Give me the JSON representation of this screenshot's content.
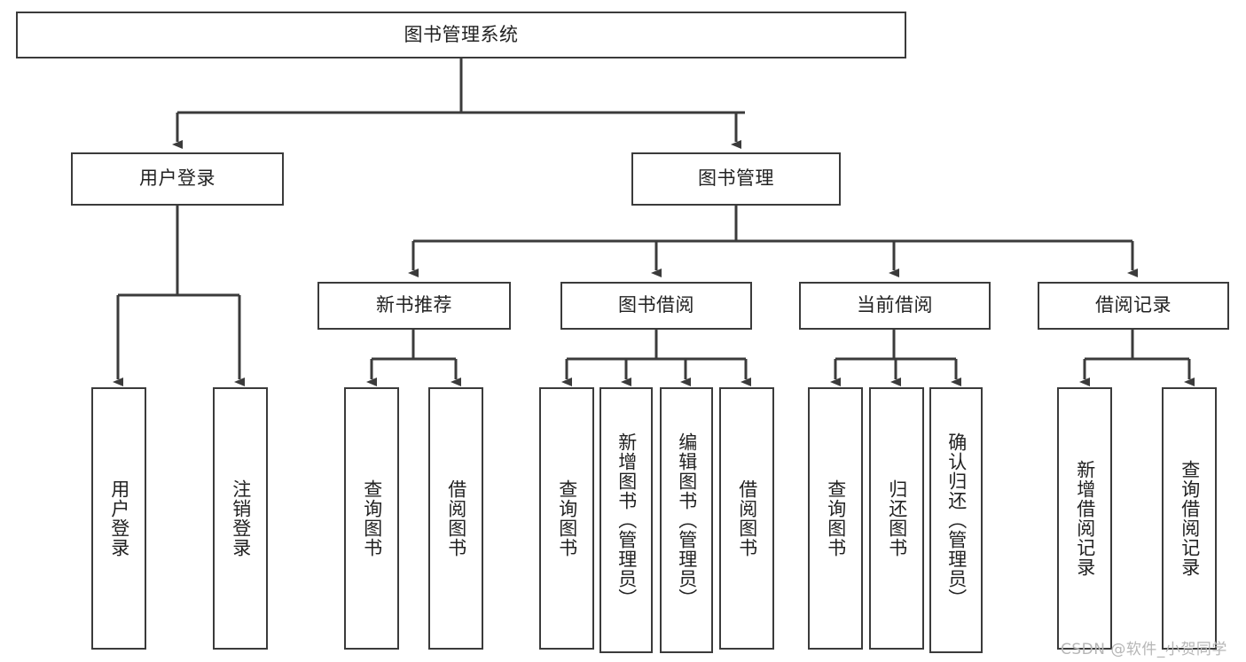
{
  "diagram": {
    "type": "tree-hierarchy-functional-structure",
    "title": "图书管理系统",
    "root": {
      "id": "root",
      "label": "图书管理系统"
    },
    "level2": [
      {
        "id": "user-login",
        "label": "用户登录"
      },
      {
        "id": "book-manage",
        "label": "图书管理"
      }
    ],
    "level3": [
      {
        "id": "new-book-recommend",
        "label": "新书推荐",
        "parent": "book-manage"
      },
      {
        "id": "book-borrow",
        "label": "图书借阅",
        "parent": "book-manage"
      },
      {
        "id": "current-borrow",
        "label": "当前借阅",
        "parent": "book-manage"
      },
      {
        "id": "borrow-record",
        "label": "借阅记录",
        "parent": "book-manage"
      }
    ],
    "leaves": [
      {
        "id": "leaf-user-login",
        "label": "用户登录",
        "parent": "user-login"
      },
      {
        "id": "leaf-logout-login",
        "label": "注销登录",
        "parent": "user-login"
      },
      {
        "id": "leaf-query-book-1",
        "label": "查询图书",
        "parent": "new-book-recommend"
      },
      {
        "id": "leaf-borrow-book-1",
        "label": "借阅图书",
        "parent": "new-book-recommend"
      },
      {
        "id": "leaf-query-book-2",
        "label": "查询图书",
        "parent": "book-borrow"
      },
      {
        "id": "leaf-add-book",
        "label": "新增图书（管理员）",
        "parent": "book-borrow"
      },
      {
        "id": "leaf-edit-book",
        "label": "编辑图书（管理员）",
        "parent": "book-borrow"
      },
      {
        "id": "leaf-borrow-book-2",
        "label": "借阅图书",
        "parent": "book-borrow"
      },
      {
        "id": "leaf-query-book-3",
        "label": "查询图书",
        "parent": "current-borrow"
      },
      {
        "id": "leaf-return-book",
        "label": "归还图书",
        "parent": "current-borrow"
      },
      {
        "id": "leaf-confirm-return",
        "label": "确认归还（管理员）",
        "parent": "current-borrow"
      },
      {
        "id": "leaf-add-record",
        "label": "新增借阅记录",
        "parent": "borrow-record"
      },
      {
        "id": "leaf-query-record",
        "label": "查询借阅记录",
        "parent": "borrow-record"
      }
    ],
    "watermark": "CSDN @软件_小贺同学",
    "colors": {
      "stroke": "#3b3b3b",
      "background": "#ffffff",
      "text": "#222222",
      "watermark": "#b6b6b6"
    }
  }
}
